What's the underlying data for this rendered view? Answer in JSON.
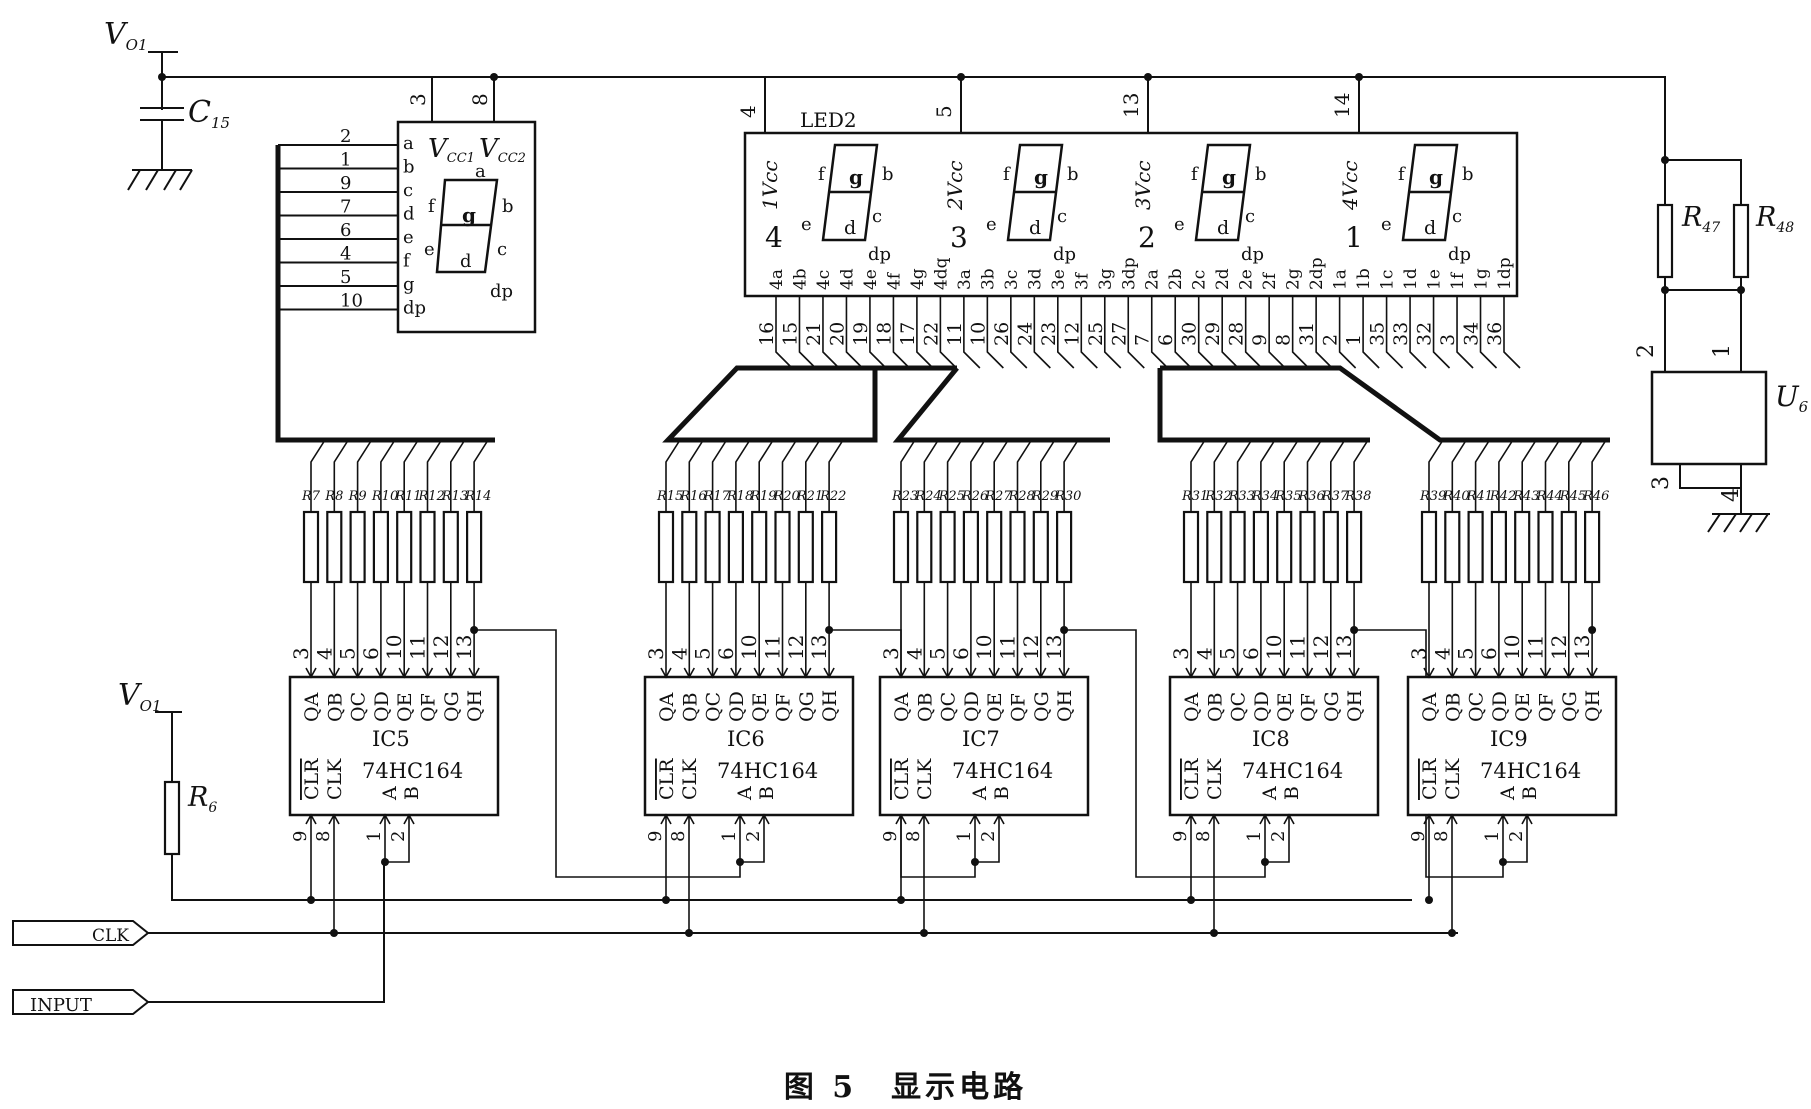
{
  "caption": "图 5　显示电路",
  "power": {
    "vo1": "V",
    "vo1_sub": "O1",
    "vo1b": "V",
    "vo1b_sub": "O1"
  },
  "capacitor": {
    "label": "C",
    "sub": "15"
  },
  "resistors": {
    "r6": "R",
    "r6_sub": "6",
    "r47": "R",
    "r47_sub": "47",
    "r48": "R",
    "r48_sub": "48"
  },
  "u6": {
    "label": "U",
    "sub": "6",
    "pins": [
      "2",
      "1",
      "3",
      "4"
    ]
  },
  "inputs": {
    "clk": "CLK",
    "input": "INPUT"
  },
  "led1": {
    "pins_top": [
      "3",
      "8"
    ],
    "vcc1": "V",
    "vcc1_sub": "CC1",
    "vcc2": "V",
    "vcc2_sub": "CC2",
    "pin_numbers": [
      "2",
      "1",
      "9",
      "7",
      "6",
      "4",
      "5",
      "10"
    ],
    "pin_labels": [
      "a",
      "b",
      "c",
      "d",
      "e",
      "f",
      "g",
      "dp"
    ],
    "seg_labels": {
      "a": "a",
      "b": "b",
      "c": "c",
      "d": "d",
      "e": "e",
      "f": "f",
      "g": "g",
      "dp": "dp"
    }
  },
  "led2": {
    "title": "LED2",
    "top_pins": [
      "4",
      "5",
      "13",
      "14"
    ],
    "vcc": [
      "1V",
      "2V",
      "3V",
      "4V"
    ],
    "vcc_sub": "cc",
    "digit_nums": [
      "4",
      "3",
      "2",
      "1"
    ],
    "digit_seg_labels": {
      "a": "a",
      "b": "b",
      "c": "c",
      "d": "d",
      "e": "e",
      "f": "f",
      "g": "g",
      "dp": "dp"
    },
    "pin_labels": [
      "4a",
      "4b",
      "4c",
      "4d",
      "4e",
      "4f",
      "4g",
      "4dq",
      "3a",
      "3b",
      "3c",
      "3d",
      "3e",
      "3f",
      "3g",
      "3dp",
      "2a",
      "2b",
      "2c",
      "2d",
      "2e",
      "2f",
      "2g",
      "2dp",
      "1a",
      "1b",
      "1c",
      "1d",
      "1e",
      "1f",
      "1g",
      "1dp"
    ],
    "pin_numbers": [
      "16",
      "15",
      "21",
      "20",
      "19",
      "18",
      "17",
      "22",
      "11",
      "10",
      "26",
      "24",
      "23",
      "12",
      "25",
      "27",
      "7",
      "6",
      "30",
      "29",
      "28",
      "9",
      "8",
      "31",
      "2",
      "1",
      "35",
      "33",
      "32",
      "3",
      "34",
      "36"
    ]
  },
  "chips": [
    {
      "name": "IC5",
      "part": "74HC164",
      "resistors": [
        "7",
        "8",
        "9",
        "10",
        "11",
        "12",
        "13",
        "14"
      ]
    },
    {
      "name": "IC6",
      "part": "74HC164",
      "resistors": [
        "15",
        "16",
        "17",
        "18",
        "19",
        "20",
        "21",
        "22"
      ]
    },
    {
      "name": "IC7",
      "part": "74HC164",
      "resistors": [
        "23",
        "24",
        "25",
        "26",
        "27",
        "28",
        "29",
        "30"
      ]
    },
    {
      "name": "IC8",
      "part": "74HC164",
      "resistors": [
        "31",
        "32",
        "33",
        "34",
        "35",
        "36",
        "37",
        "38"
      ]
    },
    {
      "name": "IC9",
      "part": "74HC164",
      "resistors": [
        "39",
        "40",
        "41",
        "42",
        "43",
        "44",
        "45",
        "46"
      ]
    }
  ],
  "chip_pin_labels": {
    "top_numbers": [
      "3",
      "4",
      "5",
      "6",
      "10",
      "11",
      "12",
      "13"
    ],
    "outputs": [
      "QA",
      "QB",
      "QC",
      "QD",
      "QE",
      "QF",
      "QG",
      "QH"
    ],
    "clr": "CLR",
    "clk": "CLK",
    "a": "A",
    "b": "B",
    "bottom_numbers": [
      "9",
      "8",
      "1",
      "2"
    ],
    "res_prefix": "R"
  }
}
